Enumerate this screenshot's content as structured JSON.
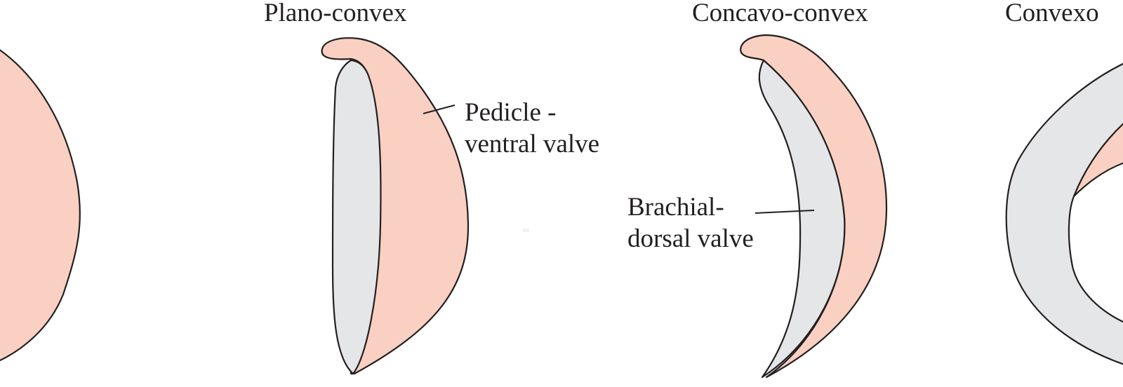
{
  "colors": {
    "ventral_valve_fill": "#f9d0c1",
    "dorsal_valve_fill": "#e5e6e8",
    "outline": "#231f20",
    "background": "#ffffff"
  },
  "titles": {
    "plano_convex": "Plano-convex",
    "concavo_convex": "Concavo-convex",
    "convexo_partial": "Convexo"
  },
  "labels": {
    "pedicle_line1": "Pedicle -",
    "pedicle_line2": "ventral valve",
    "brachial_line1": "Brachial-",
    "brachial_line2": "dorsal valve"
  },
  "watermark": "BR"
}
